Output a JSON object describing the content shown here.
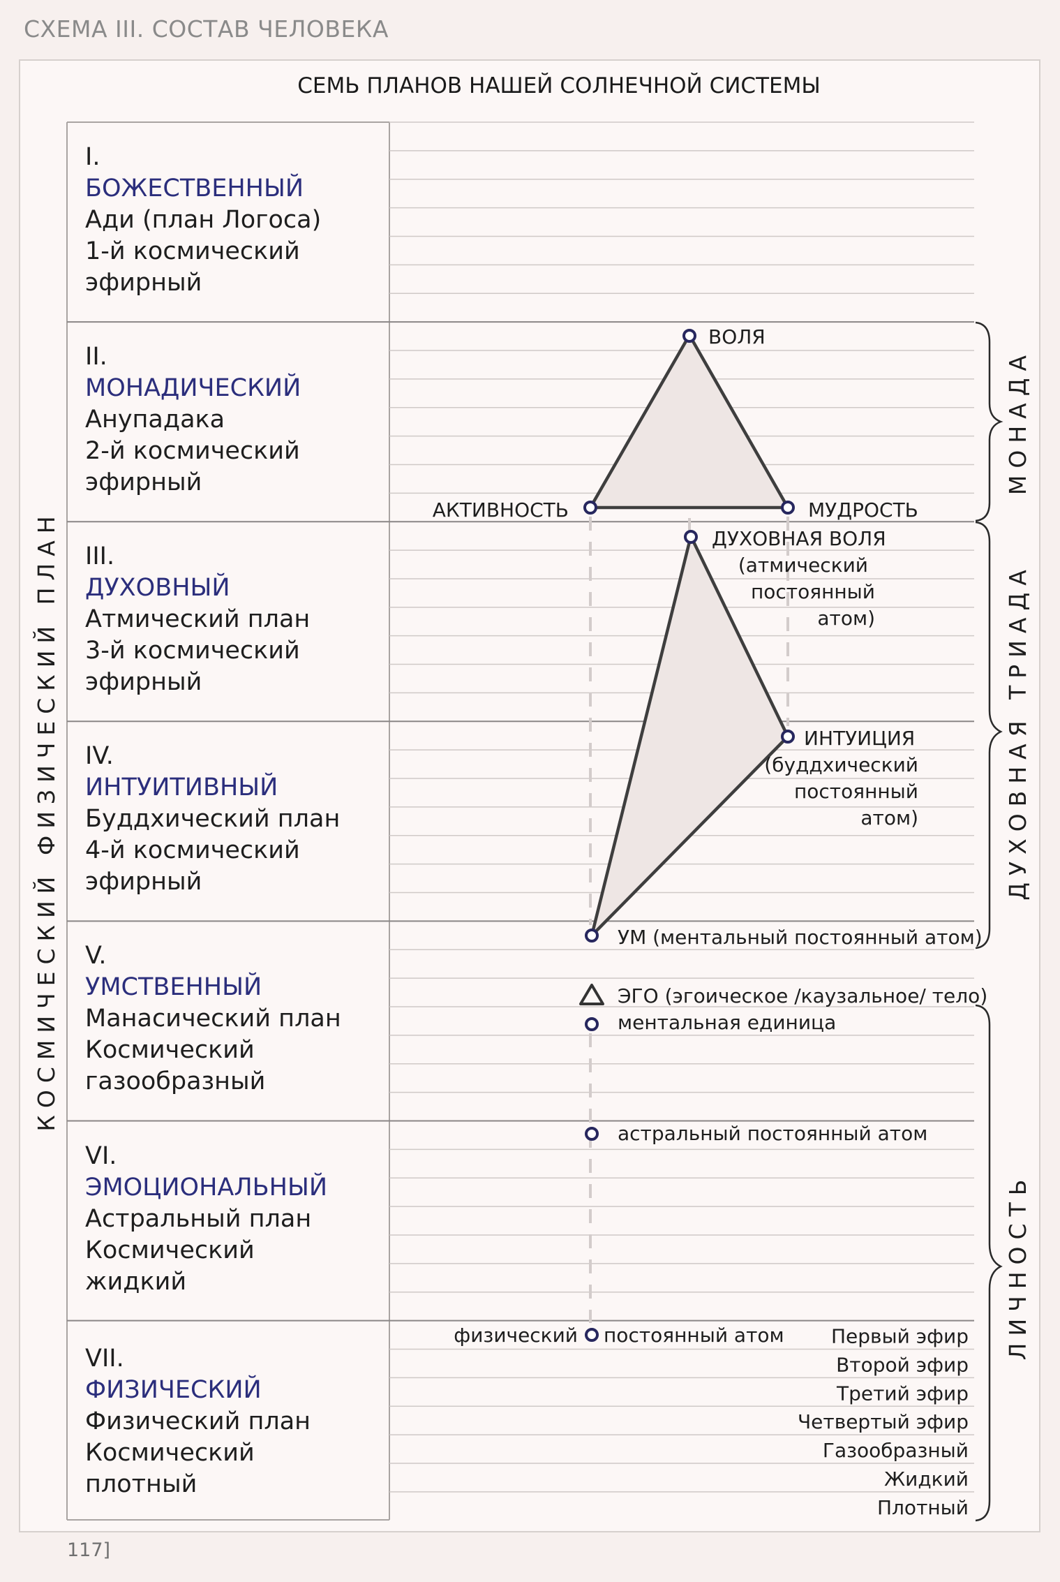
{
  "page": {
    "header": "СХЕМА III. СОСТАВ ЧЕЛОВЕКА",
    "page_number": "117]"
  },
  "diagram": {
    "title": "СЕМЬ ПЛАНОВ НАШЕЙ СОЛНЕЧНОЙ СИСТЕМЫ",
    "left_vertical_label": "КОСМИЧЕСКИЙ ФИЗИЧЕСКИЙ ПЛАН",
    "planes": [
      {
        "numeral": "I.",
        "name": "БОЖЕСТВЕННЫЙ",
        "line1": "Ади (план Логоса)",
        "line2": "1-й космический",
        "line3": "эфирный"
      },
      {
        "numeral": "II.",
        "name": "МОНАДИЧЕСКИЙ",
        "line1": "Анупадака",
        "line2": "2-й космический",
        "line3": "эфирный"
      },
      {
        "numeral": "III.",
        "name": "ДУХОВНЫЙ",
        "line1": "Атмический план",
        "line2": "3-й космический",
        "line3": "эфирный"
      },
      {
        "numeral": "IV.",
        "name": "ИНТУИТИВНЫЙ",
        "line1": "Буддхический план",
        "line2": "4-й космический",
        "line3": "эфирный"
      },
      {
        "numeral": "V.",
        "name": "УМСТВЕННЫЙ",
        "line1": "Манасический план",
        "line2": "Космический",
        "line3": "газообразный"
      },
      {
        "numeral": "VI.",
        "name": "ЭМОЦИОНАЛЬНЫЙ",
        "line1": "Астральный план",
        "line2": "Космический",
        "line3": "жидкий"
      },
      {
        "numeral": "VII.",
        "name": "ФИЗИЧЕСКИЙ",
        "line1": "Физический план",
        "line2": "Космический",
        "line3": "плотный"
      }
    ],
    "nodes": {
      "will": "ВОЛЯ",
      "activity": "АКТИВНОСТЬ",
      "wisdom": "МУДРОСТЬ",
      "spiritual_will": "ДУХОВНАЯ ВОЛЯ",
      "atmic_1": "(атмический",
      "atmic_2": "постоянный",
      "atmic_3": "атом)",
      "intuition": "ИНТУИЦИЯ",
      "buddhic_1": "(буддхический",
      "buddhic_2": "постоянный",
      "buddhic_3": "атом)",
      "mind": "УМ (ментальный постоянный атом)",
      "ego": "ЭГО (эгоическое /каузальное/ тело)",
      "mental_unit": "ментальная единица",
      "astral_atom": "астральный постоянный атом",
      "physical_atom_left": "физический",
      "physical_atom_right": "постоянный атом"
    },
    "physical_subplanes": [
      "Первый эфир",
      "Второй эфир",
      "Третий эфир",
      "Четвертый эфир",
      "Газообразный",
      "Жидкий",
      "Плотный"
    ],
    "brackets": {
      "monad": "МОНАДА",
      "spiritual_triad": "ДУХОВНАЯ ТРИАДА",
      "personality": "ЛИЧНОСТЬ"
    },
    "colors": {
      "plane_name": "#2b2e7c",
      "node_stroke": "#27275e",
      "triangle_fill": "#eee6e4",
      "grid_line": "#c8c2c0",
      "plane_divider": "#8a8686"
    }
  }
}
